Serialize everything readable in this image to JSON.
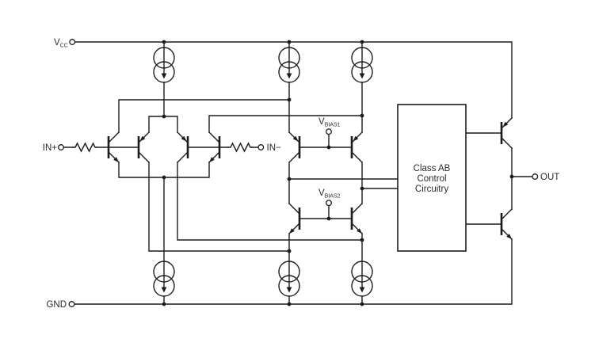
{
  "figure": {
    "type": "circuit-schematic",
    "description": "Op-amp simplified internal schematic: complementary input stage, folded cascode with bias rails, Class AB output stage"
  },
  "labels": {
    "vcc": {
      "main": "V",
      "sub": "CC"
    },
    "gnd": "GND",
    "in_plus": "IN+",
    "in_minus": "IN−",
    "vbias1": {
      "main": "V",
      "sub": "BIAS1"
    },
    "vbias2": {
      "main": "V",
      "sub": "BIAS2"
    },
    "out": "OUT",
    "class_ab_block": {
      "line1": "Class AB",
      "line2": "Control",
      "line3": "Circuitry"
    }
  },
  "components": {
    "top_current_sources": 3,
    "bottom_current_sinks": 3,
    "bjt_transistors": 10,
    "input_resistors": 2,
    "control_block": "Class AB Control Circuitry"
  },
  "colors": {
    "line": "#1c1c1c",
    "text": "#2b2b2b",
    "background": "#ffffff"
  }
}
